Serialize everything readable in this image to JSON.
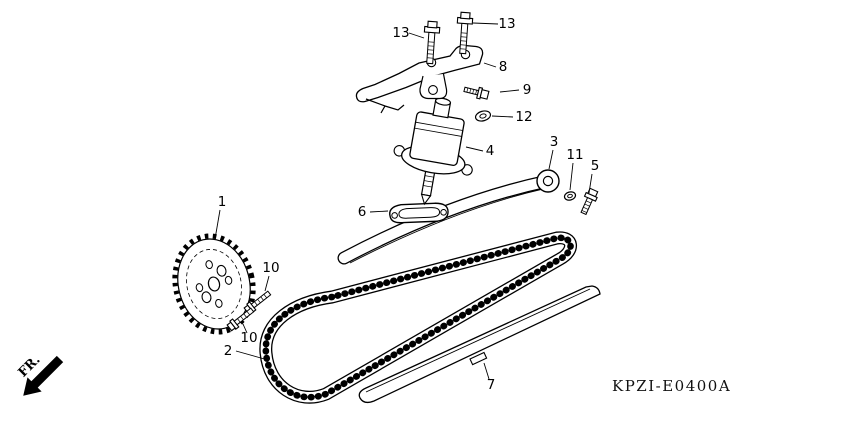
{
  "diagram": {
    "background": "#ffffff",
    "line_color": "#000000",
    "code": "KPZI-E0400A",
    "front_label": "FR.",
    "callouts": [
      "13",
      "13",
      "8",
      "9",
      "12",
      "4",
      "3",
      "11",
      "5",
      "6",
      "1",
      "10",
      "10",
      "2",
      "7"
    ]
  }
}
